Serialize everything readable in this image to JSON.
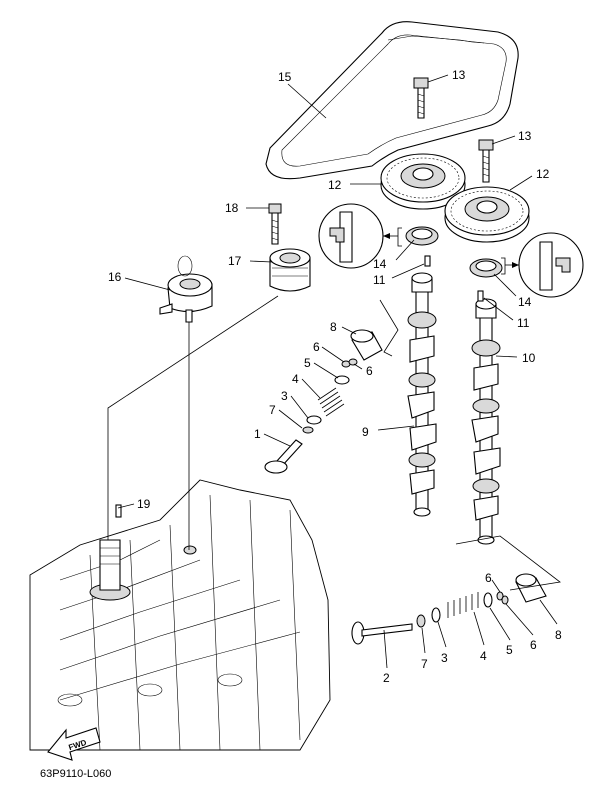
{
  "diagram": {
    "drawing_code": "63P9110-L060",
    "direction_label": "FWD",
    "callouts": {
      "c1": "1",
      "c2": "2",
      "c3a": "3",
      "c3b": "3",
      "c4a": "4",
      "c4b": "4",
      "c5a": "5",
      "c5b": "5",
      "c6a": "6",
      "c6b": "6",
      "c6c": "6",
      "c6d": "6",
      "c7a": "7",
      "c7b": "7",
      "c8a": "8",
      "c8b": "8",
      "c9": "9",
      "c10": "10",
      "c11a": "11",
      "c11b": "11",
      "c12a": "12",
      "c12b": "12",
      "c13a": "13",
      "c13b": "13",
      "c14a": "14",
      "c14b": "14",
      "c15": "15",
      "c16": "16",
      "c17": "17",
      "c18": "18",
      "c19": "19"
    }
  }
}
